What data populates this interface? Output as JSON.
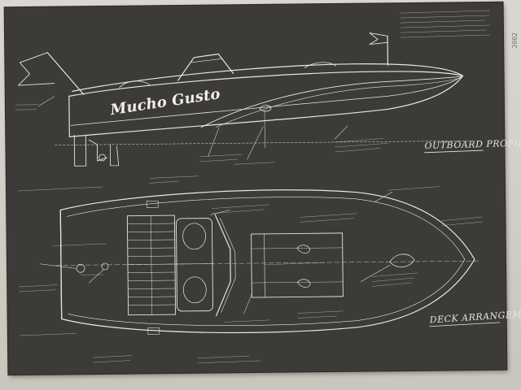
{
  "drawing": {
    "boat_name": "Mucho Gusto",
    "view_titles": {
      "profile": "OUTBOARD PROFILE",
      "deck": "DECK ARRANGEMENT"
    }
  },
  "colors": {
    "paper": "#3c3b37",
    "linework": "#e8e6df",
    "background": "#cfccc3"
  }
}
